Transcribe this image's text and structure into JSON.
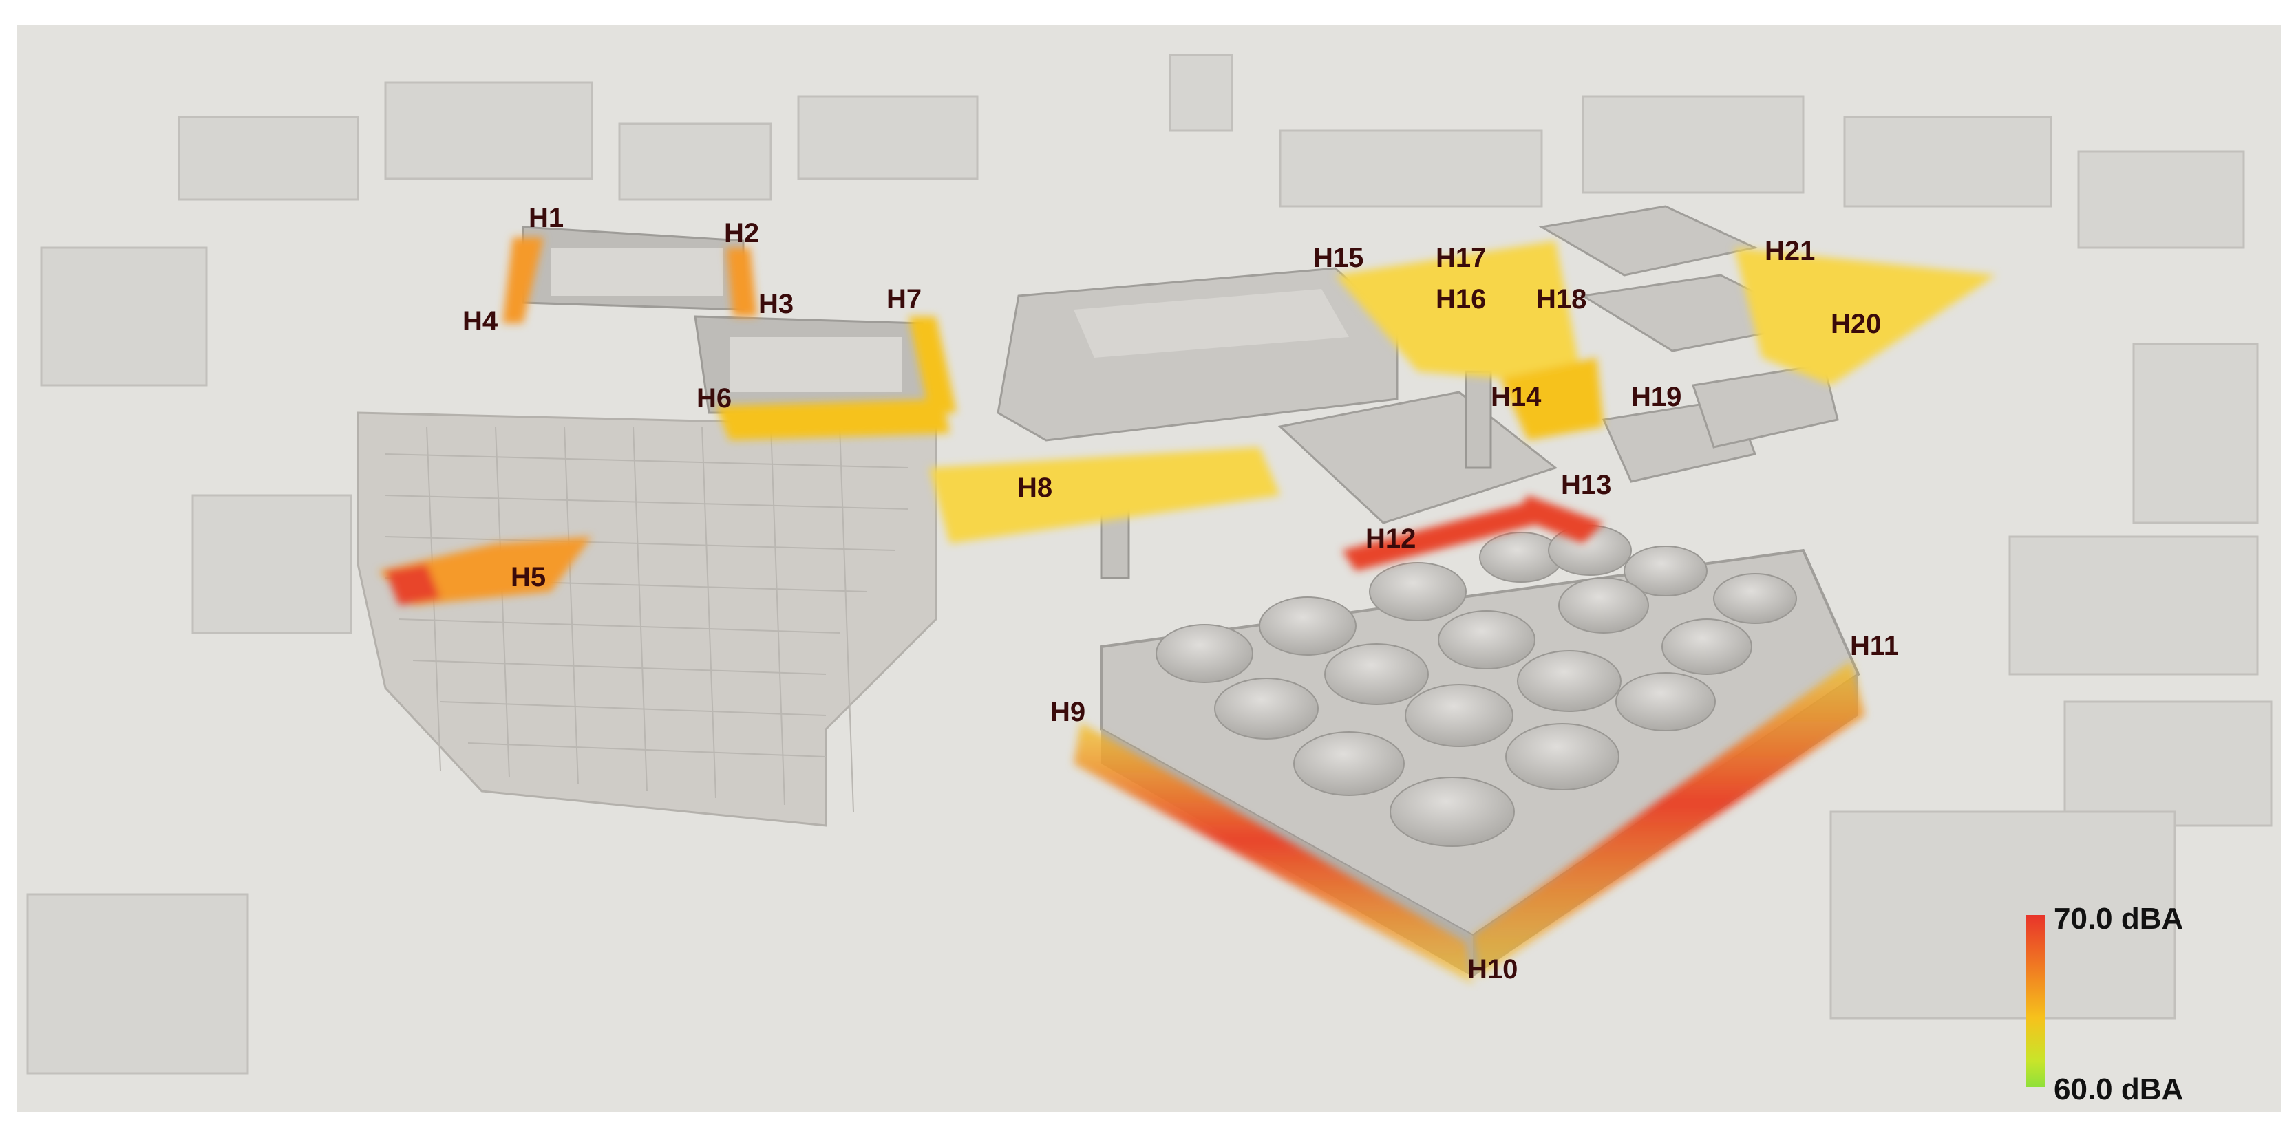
{
  "map": {
    "type": "noise-level heatmap over 3D city model",
    "labels": [
      "H1",
      "H2",
      "H3",
      "H4",
      "H5",
      "H6",
      "H7",
      "H8",
      "H9",
      "H10",
      "H11",
      "H12",
      "H13",
      "H14",
      "H15",
      "H16",
      "H17",
      "H18",
      "H19",
      "H20",
      "H21"
    ]
  },
  "legend": {
    "max_label": "70.0 dBA",
    "min_label": "60.0 dBA",
    "max_value": 70.0,
    "min_value": 60.0,
    "gradient_colors": [
      "#e8342a",
      "#f07a22",
      "#f6c21c",
      "#c8e52a",
      "#8fe03a"
    ]
  },
  "colors": {
    "ground": "#e3e2de",
    "building": "#c9c7c3",
    "building_shadow": "#a9a7a3",
    "noise_low": "#f7d64a",
    "noise_mid": "#f59a2a",
    "noise_high": "#e8442b",
    "label": "#3a0b0b"
  }
}
